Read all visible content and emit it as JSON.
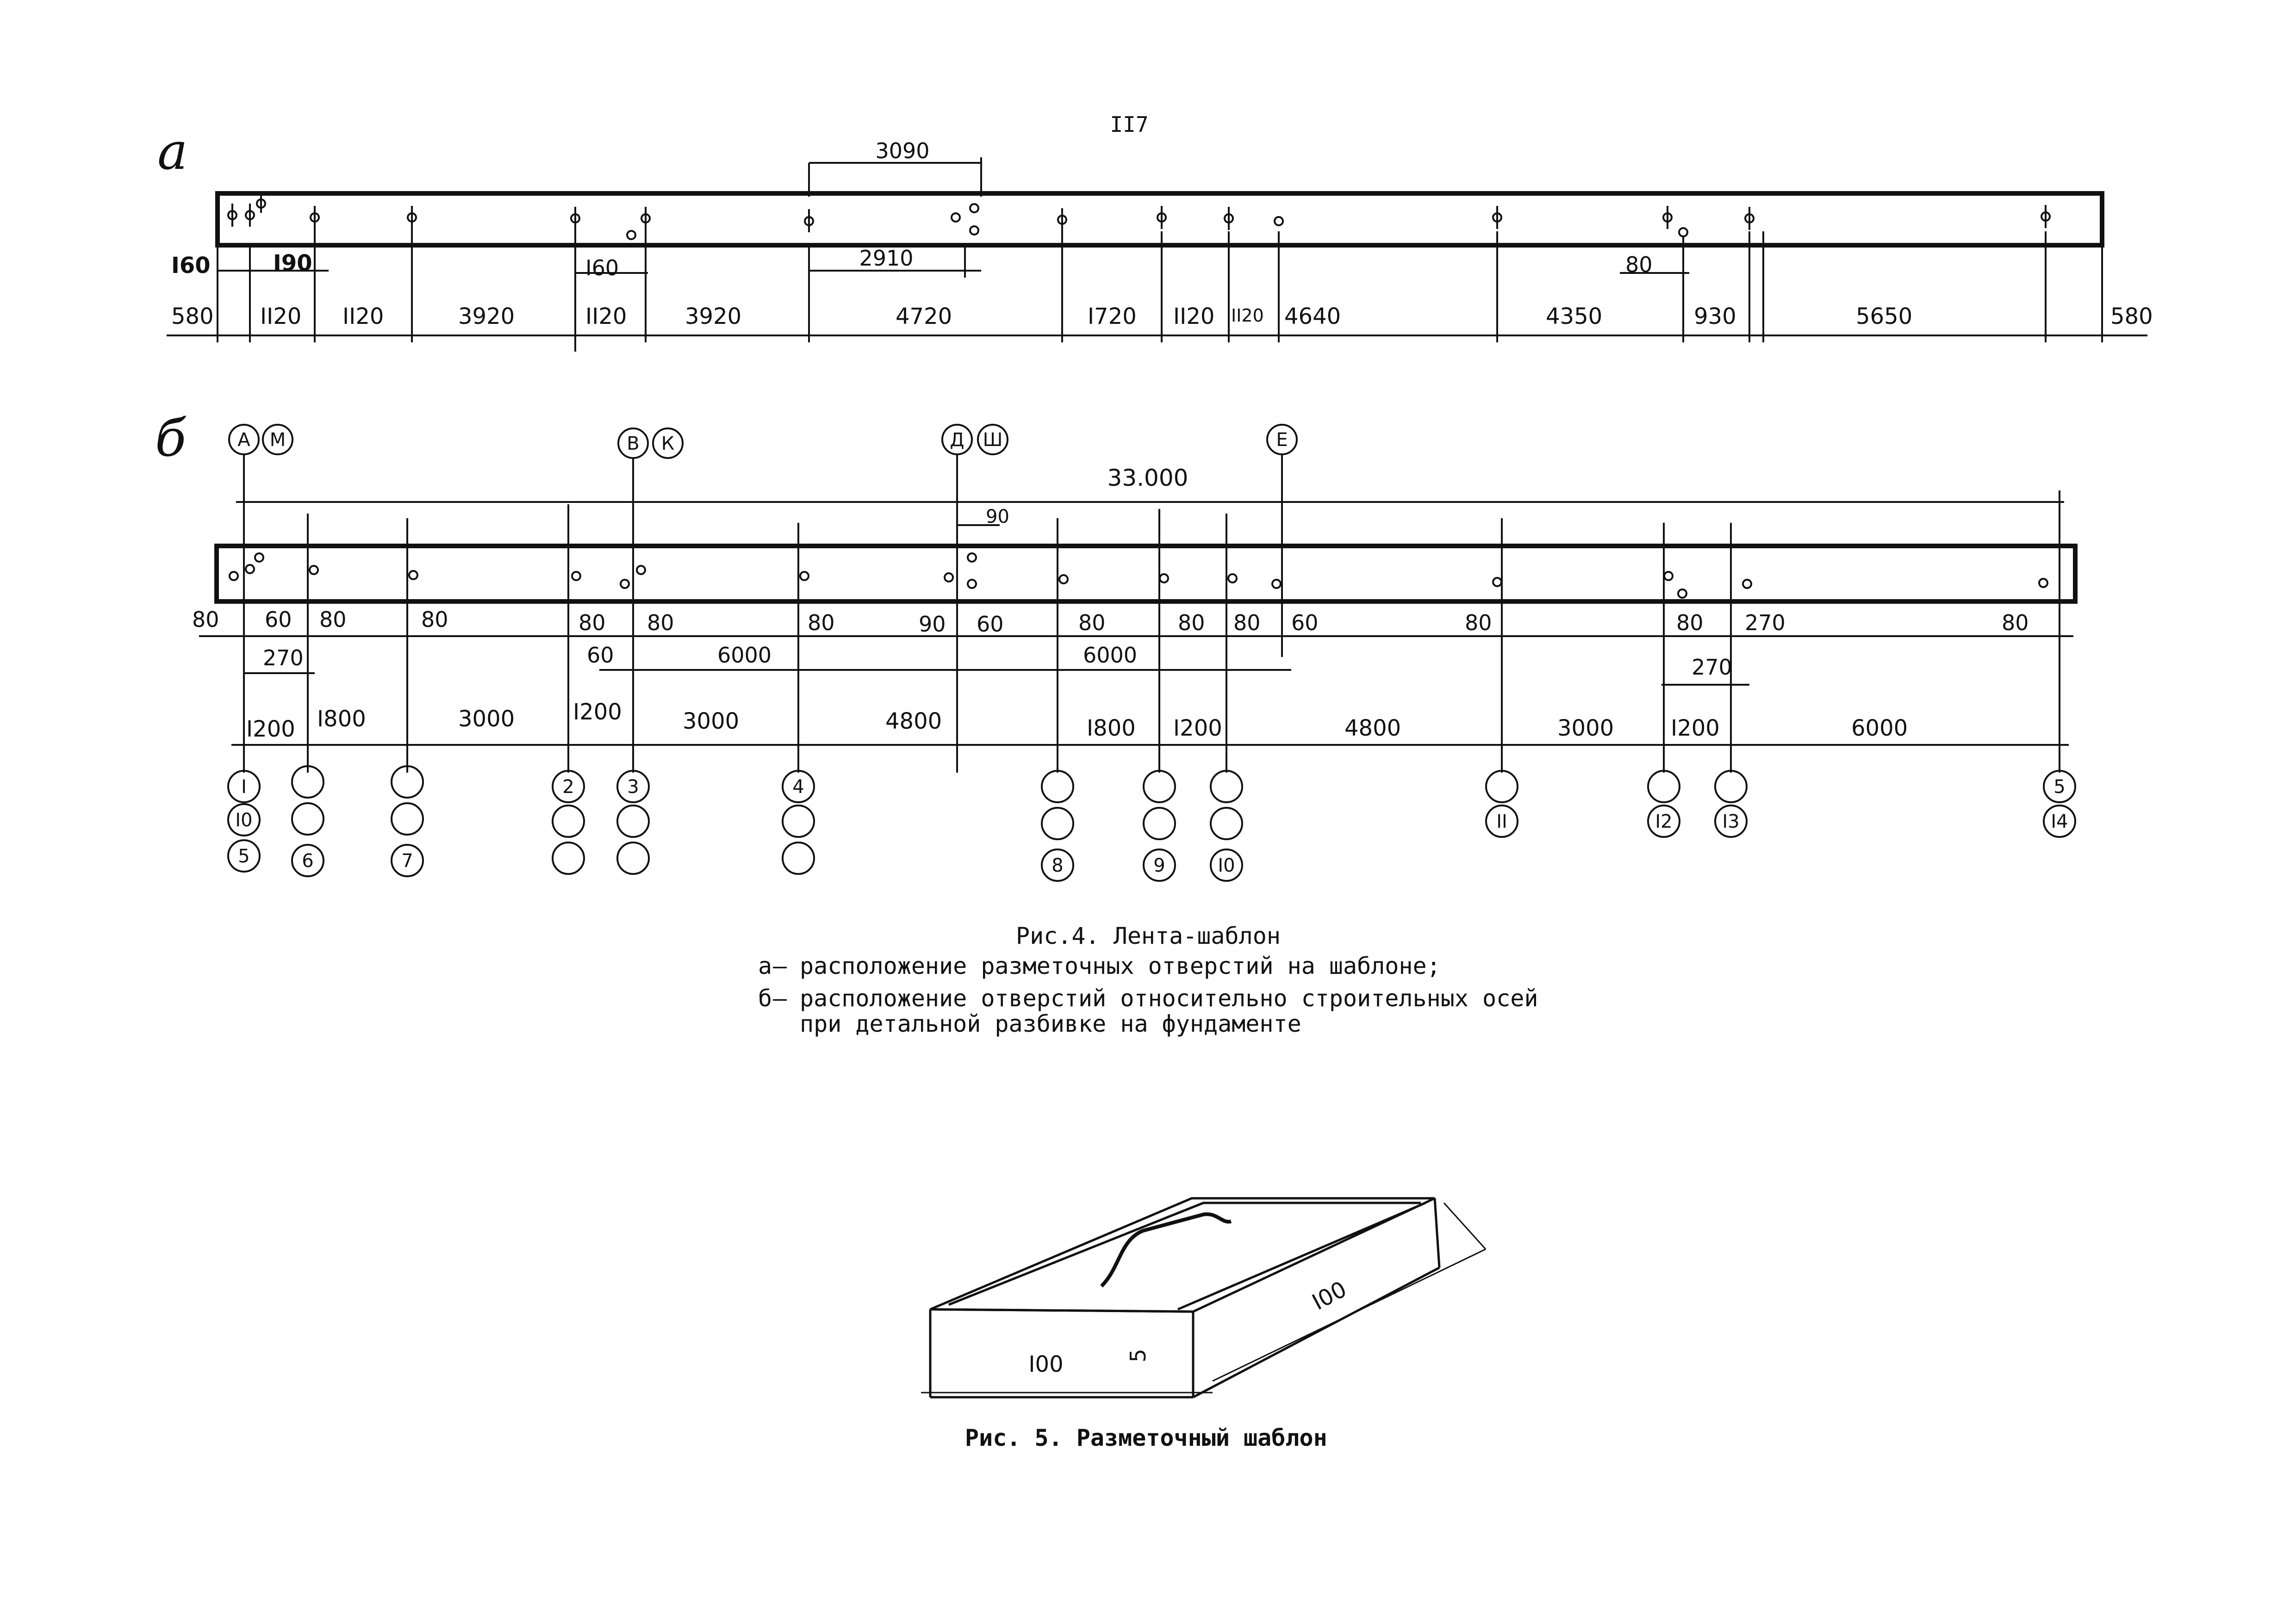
{
  "page_number": "II7",
  "strip_a": {
    "marker": "а",
    "top_dims": {
      "d3090": "3090",
      "d2910": "2910",
      "d160a": "I60",
      "d190": "I90",
      "d160b": "I60",
      "d80": "80"
    },
    "bottom_dims": [
      "580",
      "II20",
      "II20",
      "3920",
      "II20",
      "3920",
      "4720",
      "I720",
      "II20",
      "II20",
      "4640",
      "4350",
      "930",
      "5650",
      "580"
    ]
  },
  "strip_b": {
    "marker": "б",
    "axes": {
      "am_a": "А",
      "am_m": "М",
      "vk_v": "В",
      "vk_k": "К",
      "dsh_d": "Д",
      "dsh_sh": "Ш",
      "e": "Е"
    },
    "overall": "33.000",
    "upper_dims": {
      "d80_l": "80",
      "d60_1": "60",
      "d80_1": "80",
      "d80_2": "80",
      "d270_1": "270",
      "d80_3": "80",
      "d80_4": "80",
      "d60_2": "60",
      "d6000_1": "6000",
      "d80_5": "80",
      "d90_1": "90",
      "d60_3": "60",
      "d90_top": "90",
      "d80_6": "80",
      "d80_7": "80",
      "d80_8": "80",
      "d60_4": "60",
      "d6000_2": "6000",
      "d80_9": "80",
      "d80_10": "80",
      "d270_2": "270",
      "d270_3": "270",
      "d80_11": "80"
    },
    "bottom_dims": [
      "I200",
      "I800",
      "3000",
      "I200",
      "3000",
      "4800",
      "I800",
      "I200",
      "4800",
      "3000",
      "I200",
      "6000"
    ],
    "circle_labels": {
      "c1": "I",
      "c10": "I0",
      "c5": "5",
      "c6": "6",
      "c7": "7",
      "c2": "2",
      "c3": "3",
      "c4": "4",
      "c8": "8",
      "c9": "9",
      "c10b": "I0",
      "c11": "II",
      "c12": "I2",
      "c13": "I3",
      "c5r": "5",
      "c14": "I4"
    }
  },
  "figure4_caption": {
    "title": "Рис.4. Лента-шаблон",
    "line_a_key": "а",
    "line_a": "расположение разметочных отверстий на шаблоне;",
    "line_b_key": "б",
    "line_b1": "расположение отверстий относительно строительных осей",
    "line_b2": "при детальной разбивке на фундаменте"
  },
  "figure5": {
    "dim_front": "I00",
    "dim_side": "I00",
    "dim_thickness": "5",
    "caption": "Рис. 5. Разметочный шаблон"
  }
}
